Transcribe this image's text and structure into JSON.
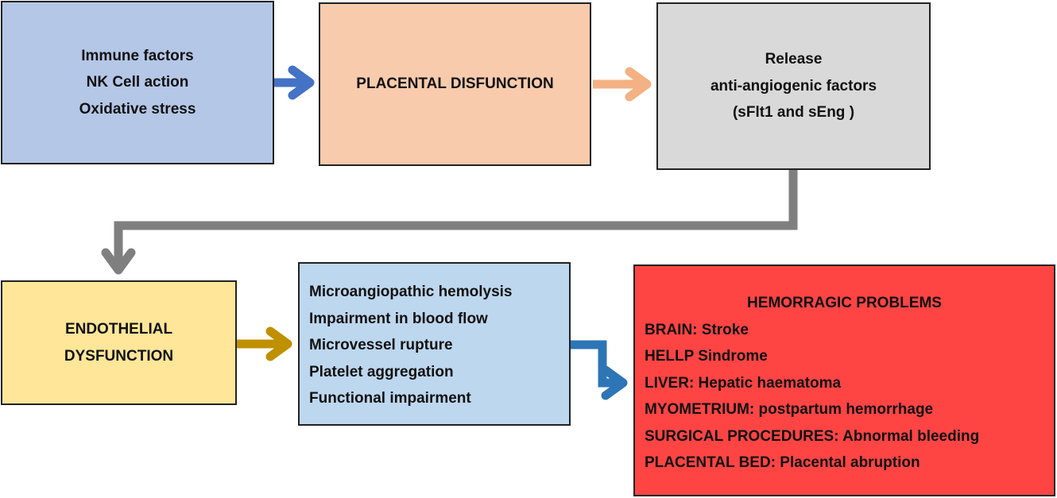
{
  "colors": {
    "immune_box": "#b4c7e7",
    "placental_box": "#f7cbac",
    "release_box": "#d9d9d9",
    "endothelial_box": "#ffe699",
    "micro_box": "#bdd7ee",
    "hemorrhagic_box": "#ff4444",
    "arrow_blue": "#4472c4",
    "arrow_peach": "#f4b183",
    "arrow_gray": "#7f7f7f",
    "arrow_gold": "#bf9000",
    "arrow_steel": "#2e75b6"
  },
  "boxes": {
    "immune": {
      "lines": [
        "Immune factors",
        "NK Cell action",
        "Oxidative stress"
      ]
    },
    "placental": {
      "label": "PLACENTAL DISFUNCTION"
    },
    "release": {
      "lines": [
        "Release",
        "anti-angiogenic factors",
        "(sFlt1 and sEng )"
      ]
    },
    "endothelial": {
      "lines": [
        "ENDOTHELIAL",
        "DYSFUNCTION"
      ]
    },
    "micro": {
      "lines": [
        "Microangiopathic hemolysis",
        "Impairment in blood flow",
        "Microvessel rupture",
        "Platelet aggregation",
        "Functional impairment"
      ]
    },
    "hemorrhagic": {
      "title": "HEMORRAGIC PROBLEMS",
      "lines": [
        "BRAIN: Stroke",
        "HELLP Sindrome",
        "LIVER: Hepatic haematoma",
        "MYOMETRIUM: postpartum hemorrhage",
        "SURGICAL PROCEDURES: Abnormal bleeding",
        "PLACENTAL BED: Placental abruption"
      ]
    }
  }
}
